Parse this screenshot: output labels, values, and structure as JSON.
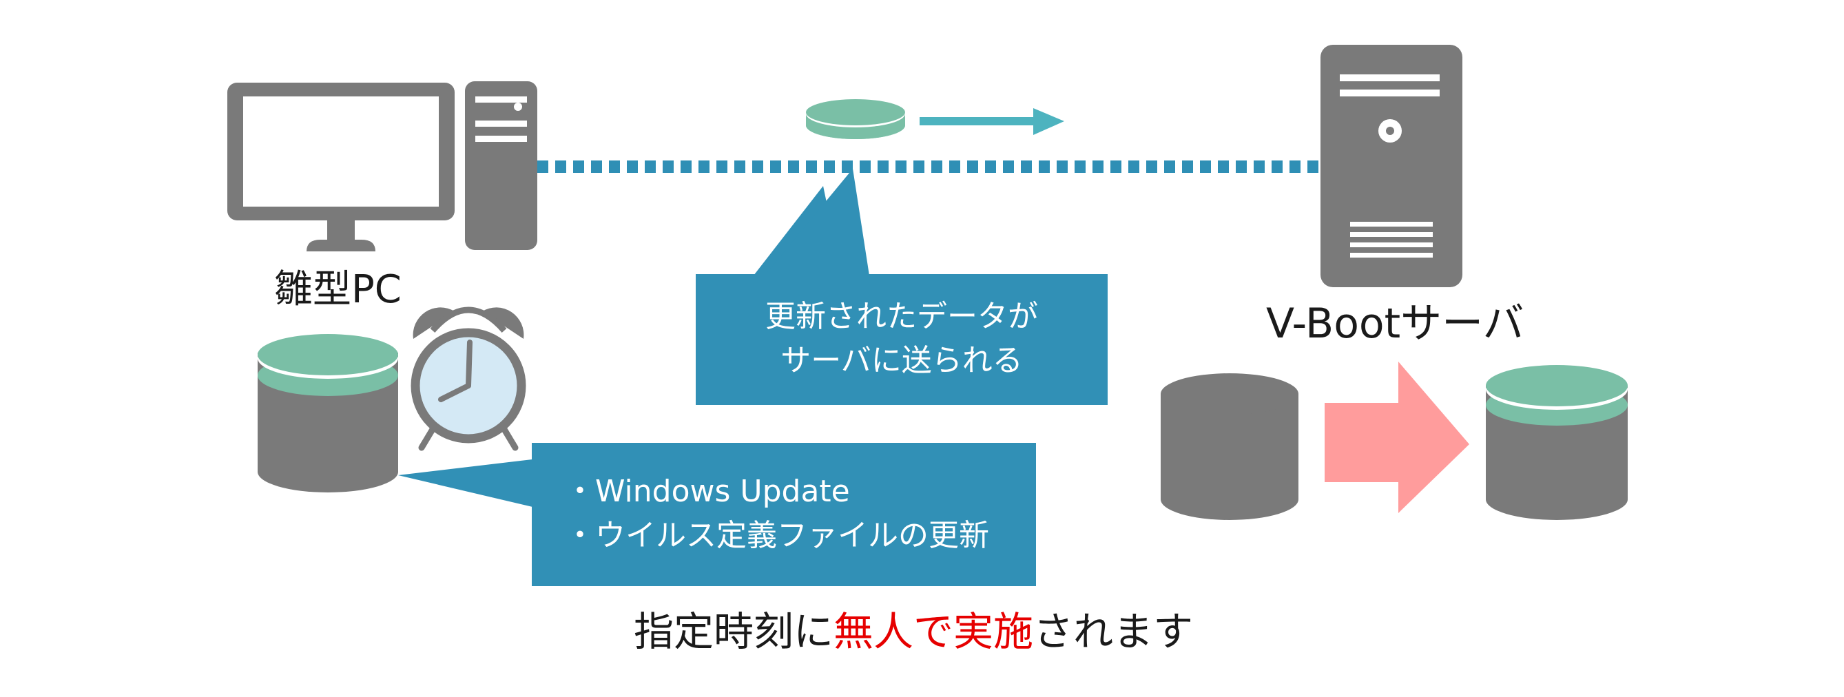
{
  "pc": {
    "label": "雛型PC"
  },
  "server": {
    "label": "V-Bootサーバ"
  },
  "callout_transfer": {
    "line1": "更新されたデータが",
    "line2": "サーバに送られる"
  },
  "callout_updates": {
    "line1": "・Windows Update",
    "line2": "・ウイルス定義ファイルの更新"
  },
  "footer": {
    "part1": "指定時刻に",
    "part2": "無人",
    "part3": "で",
    "part4": "実施",
    "part5": "されます"
  },
  "colors": {
    "device_gray": "#7a7a7a",
    "disk_green": "#7abfa6",
    "callout_blue": "#3190b6",
    "dotted_line": "#2f8fb5",
    "arrow_teal": "#4db3bf",
    "arrow_pink": "#ff9c9c",
    "clock_face": "#d4e9f5",
    "emphasis_red": "#e60000"
  },
  "icons": [
    "monitor-icon",
    "pc-tower-icon",
    "server-tower-icon",
    "alarm-clock-icon",
    "database-icon",
    "data-disk-icon"
  ]
}
